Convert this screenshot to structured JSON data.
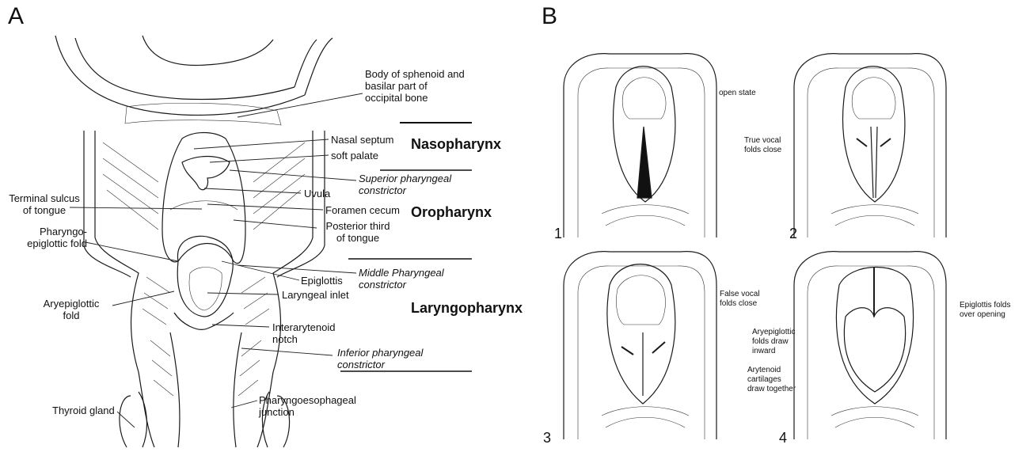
{
  "panels": {
    "a": "A",
    "b": "B"
  },
  "regions": {
    "nasopharynx": "Nasopharynx",
    "oropharynx": "Oropharynx",
    "laryngopharynx": "Laryngopharynx"
  },
  "labels_a": {
    "sphenoid": [
      "Body of sphenoid and",
      "basilar part of",
      "occipital bone"
    ],
    "nasal_septum": "Nasal septum",
    "soft_palate": "soft palate",
    "sup_constrictor": [
      "Superior pharyngeal",
      "constrictor"
    ],
    "uvula": "Uvula",
    "terminal_sulcus": [
      "Terminal sulcus",
      "of tongue"
    ],
    "foramen_cecum": "Foramen cecum",
    "posterior_third": [
      "Posterior third",
      "of tongue"
    ],
    "pharyngo_epiglottic": [
      "Pharyngo-",
      "epiglottic fold"
    ],
    "middle_constrictor": [
      "Middle Pharyngeal",
      "constrictor"
    ],
    "epiglottis": "Epiglottis",
    "laryngeal_inlet": "Laryngeal inlet",
    "aryepiglottic": [
      "Aryepiglottic",
      "fold"
    ],
    "interarytenoid": [
      "Interarytenoid",
      "notch"
    ],
    "inf_constrictor": [
      "Inferior pharyngeal",
      "constrictor"
    ],
    "pharyngoesophageal": [
      "Pharyngoesophageal",
      "junction"
    ],
    "thyroid": "Thyroid gland"
  },
  "labels_b": {
    "open_state": "open state",
    "true_vocal": [
      "True vocal",
      "folds close"
    ],
    "false_vocal": [
      "False vocal",
      "folds close"
    ],
    "epiglottis_folds": [
      "Epiglottis folds",
      "over opening"
    ],
    "aryepiglottic_draw": [
      "Aryepiglottic",
      "folds draw",
      "inward"
    ],
    "arytenoid_draw": [
      "Arytenoid",
      "cartilages",
      "draw together"
    ]
  },
  "figure_numbers": [
    "1",
    "2",
    "3",
    "4"
  ]
}
